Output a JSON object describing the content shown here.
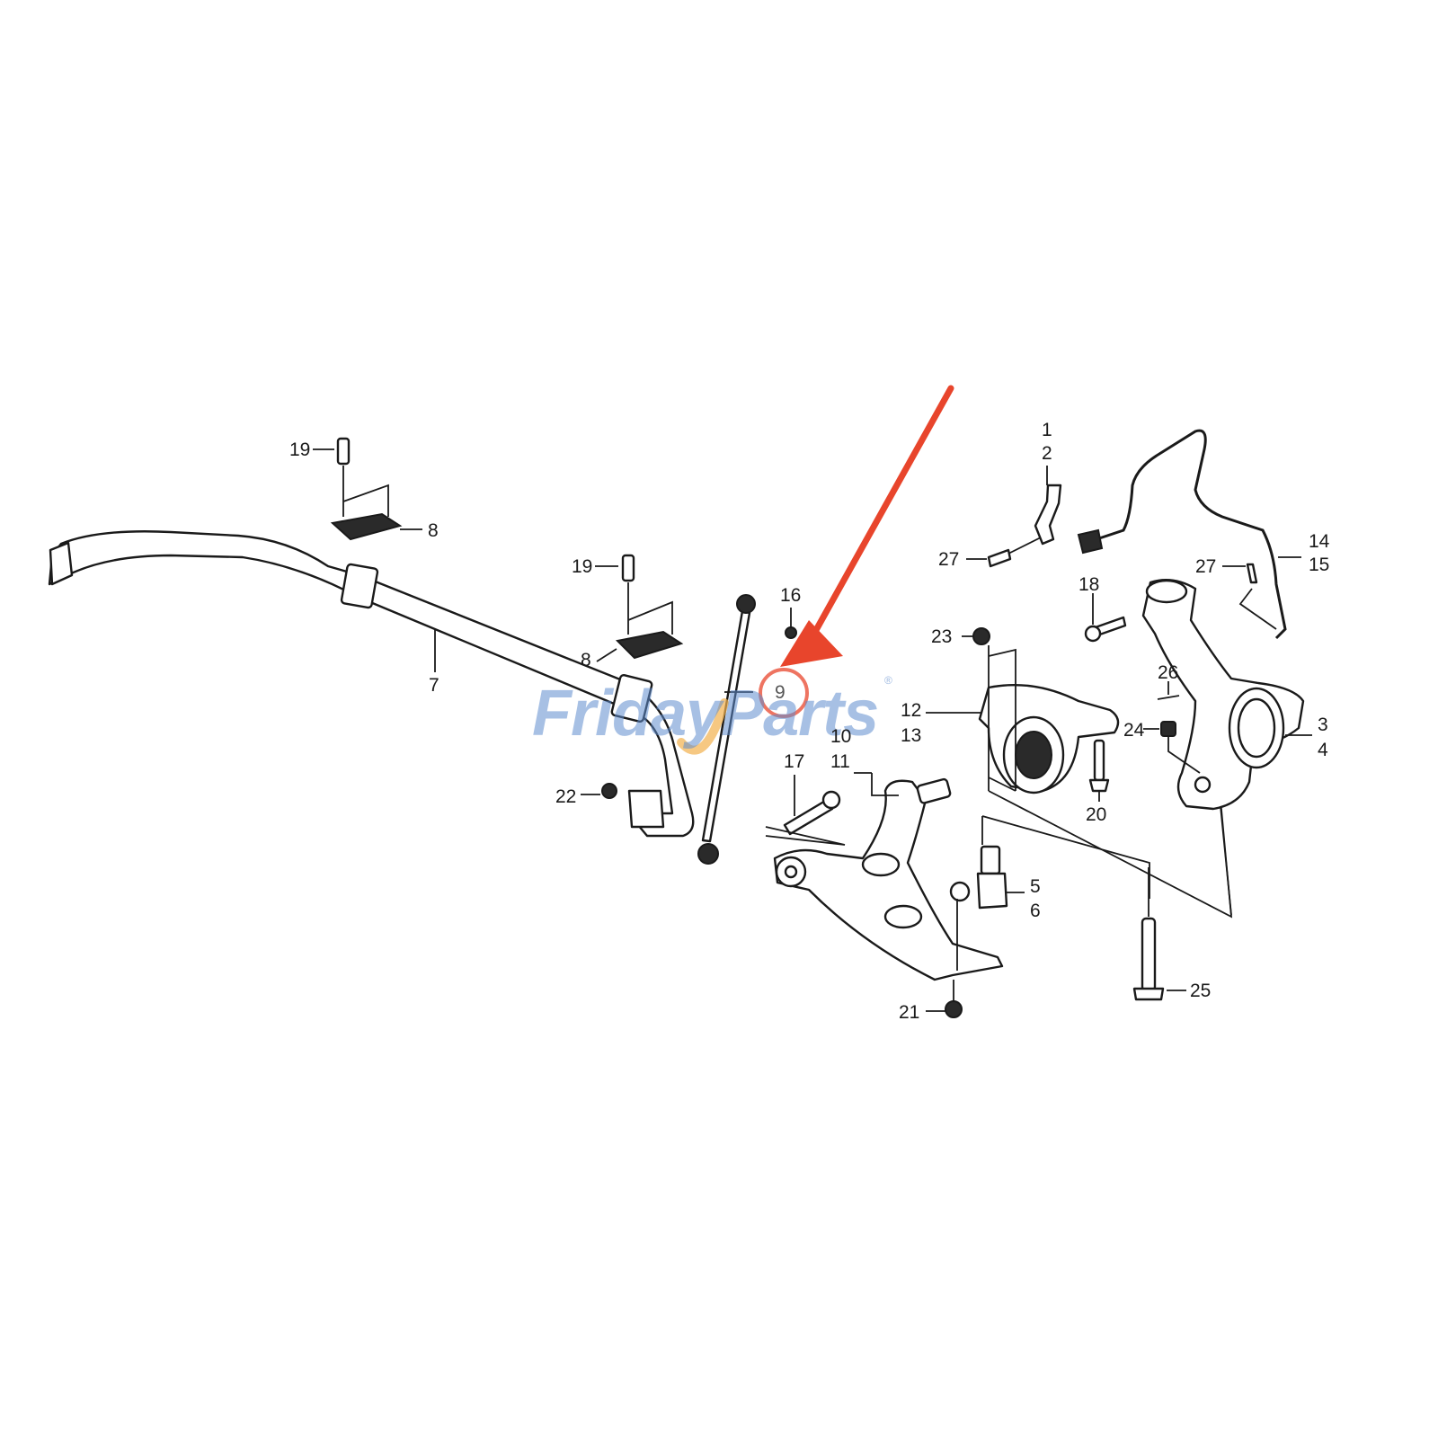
{
  "diagram": {
    "type": "exploded-parts-diagram",
    "subject": "Front suspension / stabilizer assembly",
    "highlighted_part": "9",
    "annotation": {
      "arrow_color": "#e8452c",
      "circle_color": "#e8452c",
      "target_label": "9"
    },
    "watermark": {
      "text": "FridayParts",
      "registered_mark": "®",
      "color": "#5f8ccd",
      "accent_color": "#f2b04d"
    },
    "callouts": [
      {
        "id": "c1",
        "label": "1"
      },
      {
        "id": "c2",
        "label": "2"
      },
      {
        "id": "c3",
        "label": "3"
      },
      {
        "id": "c4",
        "label": "4"
      },
      {
        "id": "c5",
        "label": "5"
      },
      {
        "id": "c6",
        "label": "6"
      },
      {
        "id": "c7",
        "label": "7"
      },
      {
        "id": "c8a",
        "label": "8"
      },
      {
        "id": "c8b",
        "label": "8"
      },
      {
        "id": "c9",
        "label": "9"
      },
      {
        "id": "c10",
        "label": "10"
      },
      {
        "id": "c11",
        "label": "11"
      },
      {
        "id": "c12",
        "label": "12"
      },
      {
        "id": "c13",
        "label": "13"
      },
      {
        "id": "c14",
        "label": "14"
      },
      {
        "id": "c15",
        "label": "15"
      },
      {
        "id": "c16",
        "label": "16"
      },
      {
        "id": "c17",
        "label": "17"
      },
      {
        "id": "c18",
        "label": "18"
      },
      {
        "id": "c19a",
        "label": "19"
      },
      {
        "id": "c19b",
        "label": "19"
      },
      {
        "id": "c20",
        "label": "20"
      },
      {
        "id": "c21",
        "label": "21"
      },
      {
        "id": "c22",
        "label": "22"
      },
      {
        "id": "c23",
        "label": "23"
      },
      {
        "id": "c24",
        "label": "24"
      },
      {
        "id": "c25",
        "label": "25"
      },
      {
        "id": "c26",
        "label": "26"
      },
      {
        "id": "c27a",
        "label": "27"
      },
      {
        "id": "c27b",
        "label": "27"
      }
    ],
    "parts": [
      {
        "name": "stabilizer-bar",
        "callout": "7"
      },
      {
        "name": "stabilizer-bushing-holder",
        "callout": "8"
      },
      {
        "name": "stabilizer-link",
        "callout": "9"
      },
      {
        "name": "lower-control-arm",
        "callout": "10/11"
      },
      {
        "name": "compliance-bushing-bracket",
        "callout": "12/13"
      },
      {
        "name": "steering-knuckle",
        "callout": "3/4"
      },
      {
        "name": "ball-joint",
        "callout": "5/6"
      },
      {
        "name": "wheel-speed-sensor",
        "callout": "14/15"
      },
      {
        "name": "sensor-bracket",
        "callout": "1/2"
      }
    ]
  }
}
